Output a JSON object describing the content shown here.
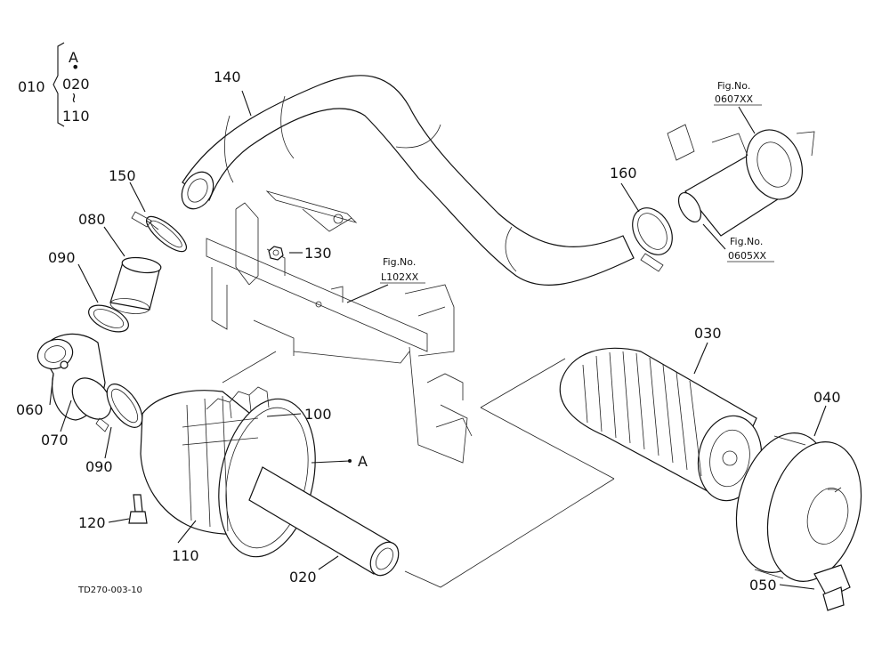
{
  "callouts": {
    "c010": "010",
    "group_a": "A",
    "group_dot": "•",
    "group_020": "020",
    "group_tilde": "≀",
    "group_110": "110",
    "c140": "140",
    "c150": "150",
    "c080": "080",
    "c090_top": "090",
    "c130": "130",
    "c160": "160",
    "c060": "060",
    "c070": "070",
    "c090_bottom": "090",
    "c100": "100",
    "c_a": "A",
    "c120": "120",
    "c110": "110",
    "c020": "020",
    "c030": "030",
    "c040": "040",
    "c050": "050"
  },
  "figrefs": {
    "fig_label": "Fig.No.",
    "ref_0607": "0607XX",
    "ref_0605": "0605XX",
    "ref_l102": "L102XX"
  },
  "drawing_code": "TD270-003-10"
}
